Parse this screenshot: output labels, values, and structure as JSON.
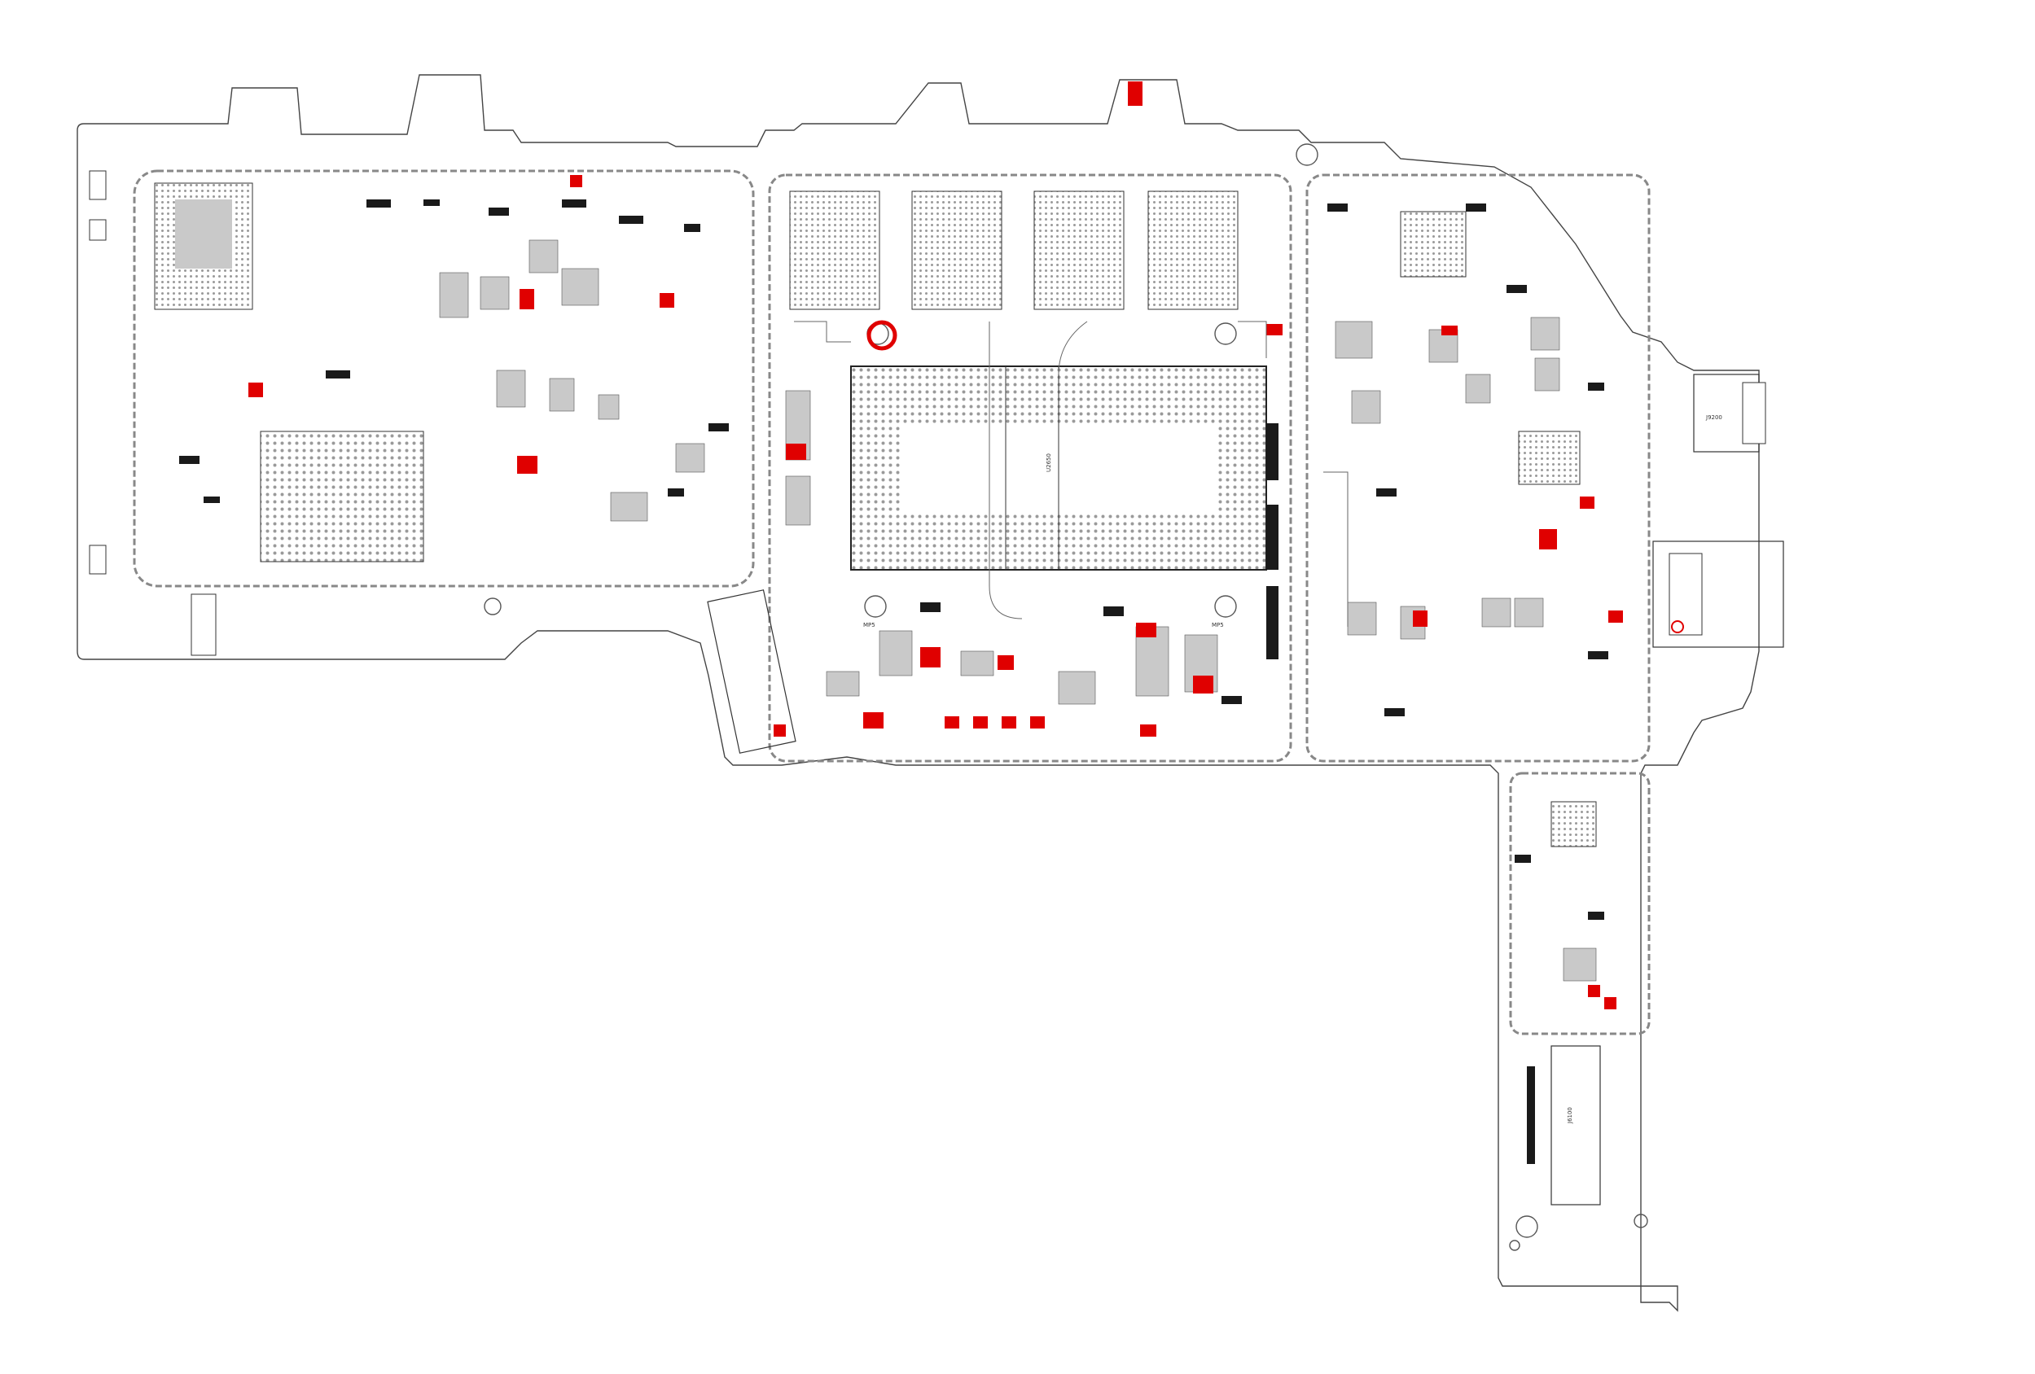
{
  "diagram": {
    "kind": "pcb-board-layout",
    "colors": {
      "outline": "#444444",
      "component_gray": "#c9c9c9",
      "component_dark": "#1a1a1a",
      "highlight_red": "#e00000",
      "shield_dash": "#888888",
      "bga_dot": "#9a9a9a"
    },
    "labels": {
      "mp_left": "MP5",
      "mp_right": "MP5",
      "connector_right": "J9200",
      "connector_bottom": "J6100",
      "soc": "U2650"
    }
  }
}
